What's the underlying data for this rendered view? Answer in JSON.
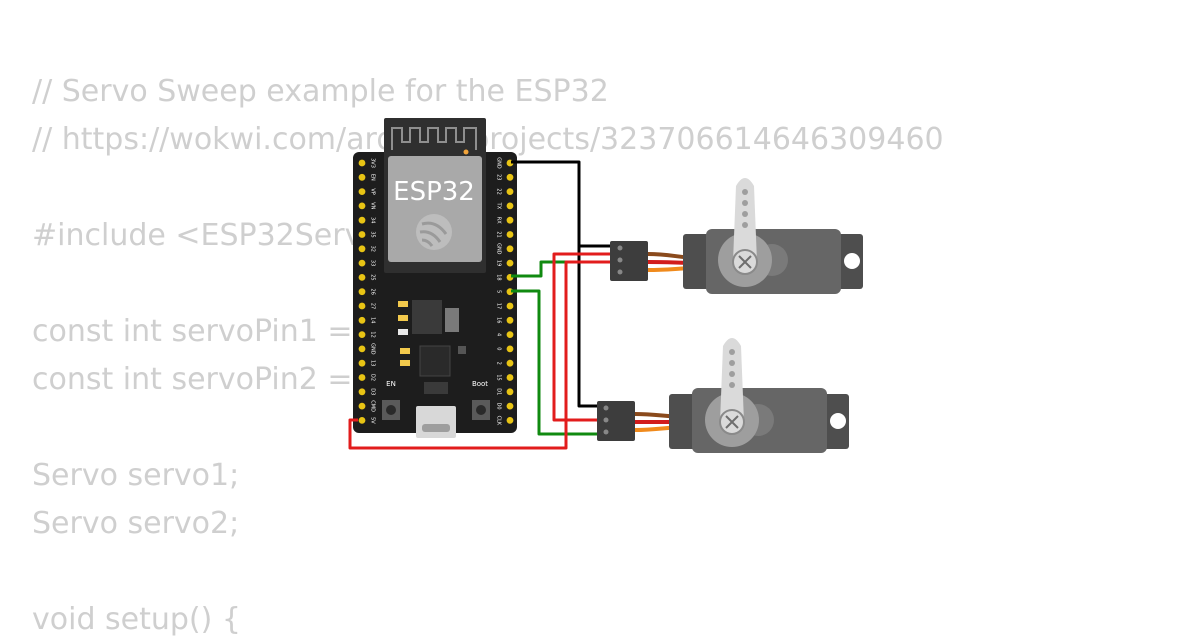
{
  "code_lines": [
    "// Servo Sweep example for the ESP32",
    "// https://wokwi.com/arduino/projects/323706614646309460",
    "",
    "#include <ESP32Servo.h>",
    "",
    "const int servoPin1 = 18;",
    "const int servoPin2 = 5;",
    "",
    "Servo servo1;",
    "Servo servo2;",
    "",
    "void setup() {"
  ],
  "board": {
    "title": "ESP32",
    "left_pins": [
      "3V3",
      "EN",
      "VP",
      "VN",
      "34",
      "35",
      "32",
      "33",
      "25",
      "26",
      "27",
      "14",
      "12",
      "GND",
      "13",
      "D2",
      "D3",
      "CMD",
      "5V"
    ],
    "right_pins": [
      "GND",
      "23",
      "22",
      "TX",
      "RX",
      "21",
      "GND",
      "19",
      "18",
      "5",
      "17",
      "16",
      "4",
      "0",
      "2",
      "15",
      "D1",
      "D0",
      "CLK"
    ],
    "button_en": "EN",
    "button_boot": "Boot"
  },
  "colors": {
    "board": "#1d1d1d",
    "pin": "#e8c414",
    "wire_gnd": "#000000",
    "wire_vcc": "#e21c1c",
    "wire_signal": "#108a10",
    "servo_body": "#5e5e5e",
    "servo_horn": "#dadada",
    "code_text": "#cfcfcf"
  }
}
